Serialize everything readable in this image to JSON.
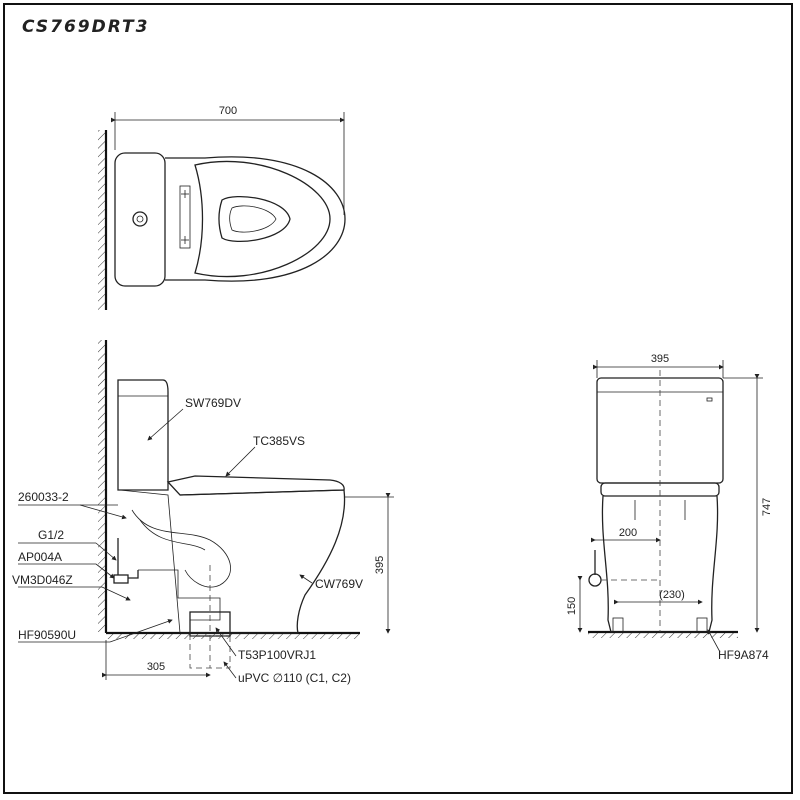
{
  "title": "CS769DRT3",
  "dimensions": {
    "top_width": "700",
    "side_height": "395",
    "side_rough_in": "305",
    "front_width": "395",
    "front_height": "747",
    "front_offset": "200",
    "front_valve_height": "150",
    "front_bolt_spacing": "(230)"
  },
  "part_labels": {
    "tank": "SW769DV",
    "seat": "TC385VS",
    "bowl": "CW769V",
    "fitting": "260033-2",
    "thread": "G1/2",
    "angle_valve": "AP004A",
    "hose": "VM3D046Z",
    "floor_flange": "HF90590U",
    "drain_adapter": "T53P100VRJ1",
    "drain_pipe": "uPVC ∅110 (C1, C2)",
    "floor_bolt": "HF9A874"
  }
}
